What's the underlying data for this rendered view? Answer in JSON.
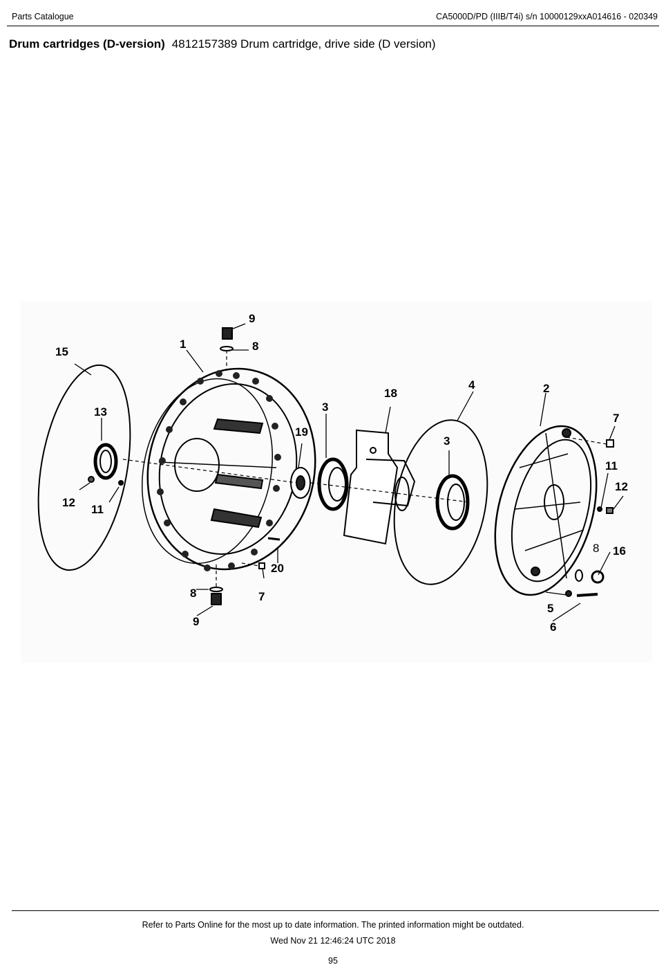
{
  "header": {
    "left": "Parts Catalogue",
    "right": "CA5000D/PD (IIIB/T4i) s/n 10000129xxA014616 - 020349"
  },
  "title": {
    "section": "Drum cartridges (D-version)",
    "part": "4812157389 Drum cartridge, drive side (D version)"
  },
  "figure": {
    "callouts": {
      "c15": "15",
      "c1": "1",
      "c9a": "9",
      "c8a": "8",
      "c13": "13",
      "c12a": "12",
      "c11a": "11",
      "c19": "19",
      "c3a": "3",
      "c18": "18",
      "c4": "4",
      "c3b": "3",
      "c2": "2",
      "c7a": "7",
      "c11b": "11",
      "c12b": "12",
      "c8c": "8",
      "c16": "16",
      "c5": "5",
      "c6": "6",
      "c20": "20",
      "c7b": "7",
      "c8b": "8",
      "c9b": "9"
    }
  },
  "footer": {
    "notice": "Refer to Parts Online for the most up to date information. The printed information might be outdated.",
    "timestamp": "Wed Nov 21 12:46:24 UTC 2018",
    "page_number": "95"
  }
}
